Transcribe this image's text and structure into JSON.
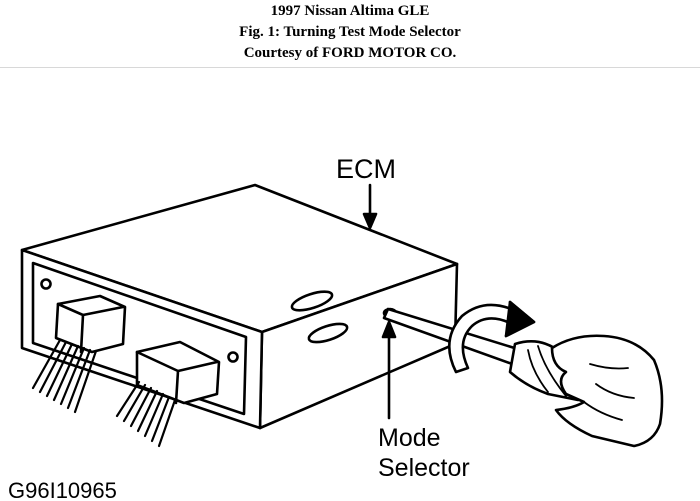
{
  "header": {
    "line1": "1997 Nissan Altima GLE",
    "line2": "Fig. 1: Turning Test Mode Selector",
    "line3": "Courtesy of FORD MOTOR CO."
  },
  "figure": {
    "label_ecm": "ECM",
    "label_mode": "Mode",
    "label_selector": "Selector",
    "code": "G96I10965"
  }
}
